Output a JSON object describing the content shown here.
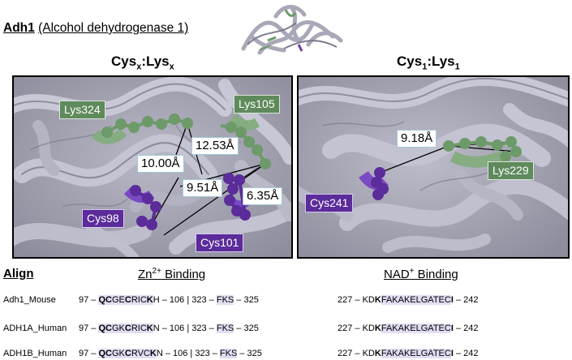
{
  "title": {
    "protein": "Adh1",
    "full_name": "(Alcohol dehydrogenase 1)"
  },
  "panels": {
    "left": {
      "heading_main": "Cys",
      "heading_sub1": "x",
      "heading_mid": ":Lys",
      "heading_sub2": "x",
      "residues": [
        "Lys324",
        "Lys105",
        "Cys98",
        "Cys101"
      ],
      "distances": [
        "12.53Å",
        "10.00Å",
        "9.51Å",
        "6.35Å"
      ]
    },
    "right": {
      "heading_main": "Cys",
      "heading_sub1": "1",
      "heading_mid": ":Lys",
      "heading_sub2": "1",
      "residues": [
        "Lys229",
        "Cys241"
      ],
      "distances": [
        "9.18Å"
      ]
    }
  },
  "colors": {
    "lysine": "#5f8a5c",
    "cysteine": "#5b2c9a",
    "ribbon": "#b7b6c6",
    "highlight": "#e3ddf3"
  },
  "align": {
    "label": "Align",
    "zn_heading": "Zn",
    "zn_sup": "2+",
    "zn_rest": " Binding",
    "nad_heading": "NAD",
    "nad_sup": "+",
    "nad_rest": " Binding",
    "rows": [
      {
        "name": "Adh1_Mouse",
        "zn": [
          {
            "t": "97 – ",
            "s": ""
          },
          {
            "t": "Q",
            "s": "hl bold"
          },
          {
            "t": "C",
            "s": "hl bold"
          },
          {
            "t": "GE",
            "s": "hl"
          },
          {
            "t": "C",
            "s": "hl bold"
          },
          {
            "t": "RIC",
            "s": "hl"
          },
          {
            "t": "K",
            "s": "hl bold"
          },
          {
            "t": "H",
            "s": ""
          },
          {
            "t": " – 106 | 323 – ",
            "s": ""
          },
          {
            "t": "FKS",
            "s": "hl"
          },
          {
            "t": " – 325",
            "s": ""
          }
        ],
        "nad": [
          {
            "t": "227 – KD",
            "s": ""
          },
          {
            "t": "K",
            "s": "bold"
          },
          {
            "t": "FAKAKELGATEC",
            "s": "hl"
          },
          {
            "t": "I",
            "s": "bold"
          },
          {
            "t": " – 242",
            "s": ""
          }
        ]
      },
      {
        "name": "ADH1A_Human",
        "zn": [
          {
            "t": "97 – ",
            "s": ""
          },
          {
            "t": "Q",
            "s": "hl bold"
          },
          {
            "t": "C",
            "s": "hl bold"
          },
          {
            "t": "GK",
            "s": "hl"
          },
          {
            "t": "C",
            "s": "hl bold"
          },
          {
            "t": "RIC",
            "s": "hl"
          },
          {
            "t": "K",
            "s": "hl bold"
          },
          {
            "t": "N",
            "s": ""
          },
          {
            "t": " – 106 | 323 – ",
            "s": ""
          },
          {
            "t": "FKS",
            "s": "hl"
          },
          {
            "t": " – 325",
            "s": ""
          }
        ],
        "nad": [
          {
            "t": "227 – KD",
            "s": ""
          },
          {
            "t": "K",
            "s": "bold"
          },
          {
            "t": "FAKAKELGATEC",
            "s": "hl"
          },
          {
            "t": "I",
            "s": "bold"
          },
          {
            "t": " – 242",
            "s": ""
          }
        ]
      },
      {
        "name": "ADH1B_Human",
        "zn": [
          {
            "t": "97 – ",
            "s": ""
          },
          {
            "t": "Q",
            "s": "hl bold"
          },
          {
            "t": "C",
            "s": "hl bold"
          },
          {
            "t": "GK",
            "s": "hl"
          },
          {
            "t": "C",
            "s": "hl bold"
          },
          {
            "t": "RVC",
            "s": "hl"
          },
          {
            "t": "K",
            "s": "hl bold"
          },
          {
            "t": "N",
            "s": ""
          },
          {
            "t": " – 106 | 323 – ",
            "s": ""
          },
          {
            "t": "FKS",
            "s": "hl"
          },
          {
            "t": " – 325",
            "s": ""
          }
        ],
        "nad": [
          {
            "t": "227 – KD",
            "s": ""
          },
          {
            "t": "K",
            "s": "bold"
          },
          {
            "t": "FAKAKELGATEC",
            "s": "hl"
          },
          {
            "t": "I",
            "s": "bold"
          },
          {
            "t": " – 242",
            "s": ""
          }
        ]
      }
    ]
  }
}
